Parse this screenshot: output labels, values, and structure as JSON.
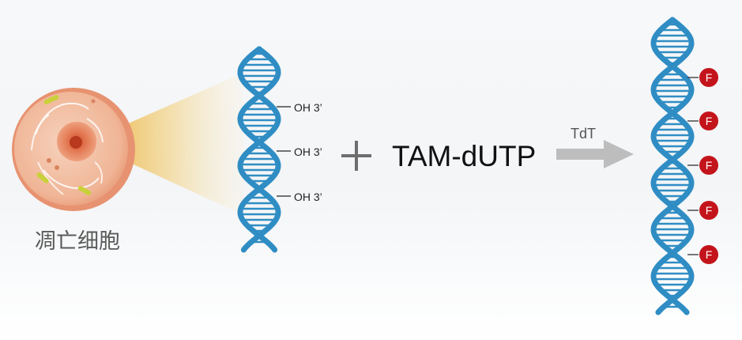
{
  "cell": {
    "label": "凋亡细胞"
  },
  "dna_left": {
    "end_labels": [
      "OH 3’",
      "OH 3’",
      "OH 3’"
    ]
  },
  "operator": {
    "symbol": "+"
  },
  "reagent": {
    "label": "TAM-dUTP"
  },
  "reaction_arrow": {
    "label": "TdT"
  },
  "dna_right": {
    "tag_letter": "F",
    "tag_count": 5
  },
  "colors": {
    "dna_strand": "#2f8dc4",
    "fluor_tag": "#c4141b",
    "cell_body": "#f0b898",
    "nucleus": "#e67e5a",
    "arrow": "#bdbdbd",
    "beam": "#f2c860"
  }
}
